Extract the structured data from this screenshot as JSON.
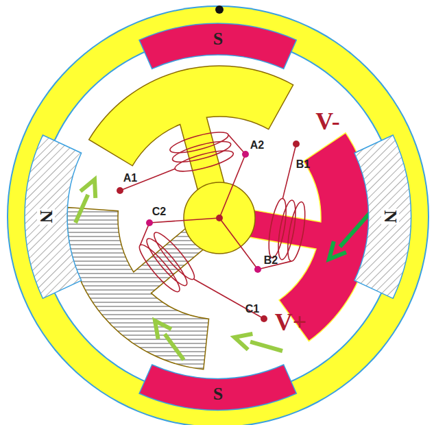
{
  "diagram": {
    "nodes": [
      {
        "text": [
          "S"
        ]
      },
      {
        "text": [
          "N"
        ]
      },
      {
        "text": [
          "N"
        ]
      },
      {
        "text": [
          "S"
        ]
      }
    ],
    "labels": [
      "A1",
      "A2",
      "V-",
      "B1",
      "C2",
      "B2",
      "C1",
      "V+"
    ]
  }
}
